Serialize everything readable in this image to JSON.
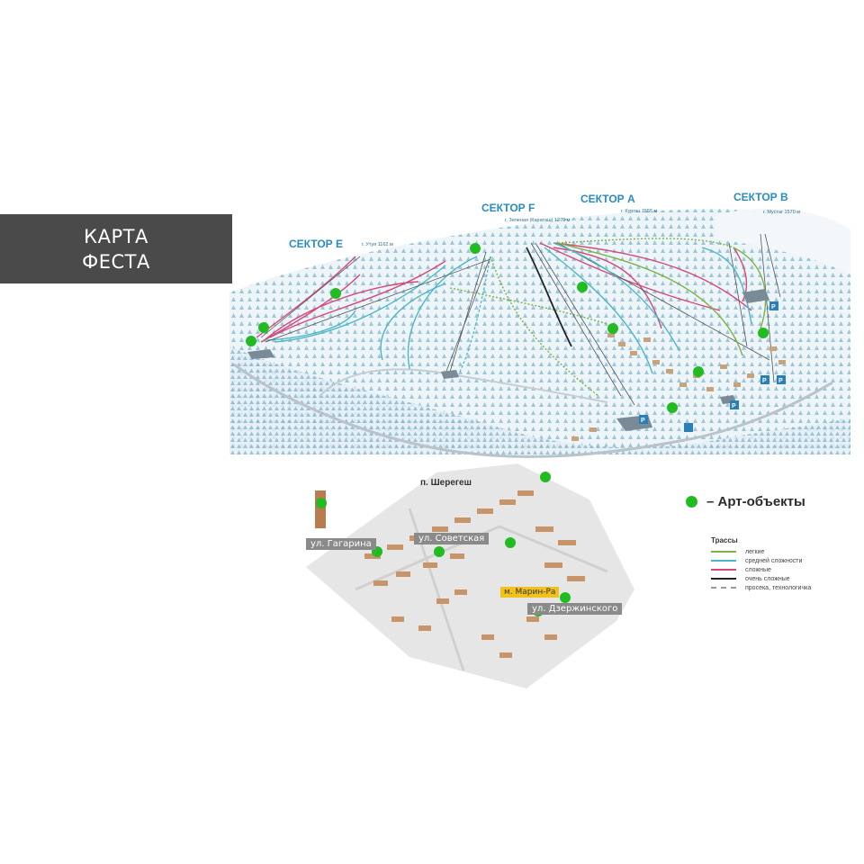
{
  "title": {
    "line1": "КАРТА",
    "line2": "ФЕСТА"
  },
  "sectors": {
    "e": {
      "name": "СЕКТОР Е",
      "peak": "г. Утуя 1162 м"
    },
    "f": {
      "name": "СЕКТОР F",
      "peak": "г. Зеленая (Караташ) 1270 м"
    },
    "a": {
      "name": "СЕКТОР А",
      "peak": "г. Курган 1555 м"
    },
    "b": {
      "name": "СЕКТОР В",
      "peak": "г. Мустаг 1570 м"
    }
  },
  "village": "п. Шерегеш",
  "streets": {
    "gagarina": "ул. Гагарина",
    "sovetskaya": "ул. Советская",
    "dzerzhinskogo": "ул. Дзержинского",
    "marin": "м. Марин-Ра"
  },
  "legend": {
    "art_objects": "– Арт-объекты",
    "trails_title": "Трассы",
    "trails": [
      {
        "label": "легкие",
        "color": "#7cb342",
        "style": "solid"
      },
      {
        "label": "средней сложности",
        "color": "#4db6c6",
        "style": "solid"
      },
      {
        "label": "сложные",
        "color": "#d6487a",
        "style": "solid"
      },
      {
        "label": "очень сложные",
        "color": "#222222",
        "style": "solid"
      },
      {
        "label": "просека, технологичка",
        "color": "#999999",
        "style": "dashed"
      }
    ]
  },
  "colors": {
    "art_dot": "#22bb22",
    "title_bg": "#4a4a4a",
    "parking": "#2a7fb8"
  },
  "parking_symbol": "P"
}
